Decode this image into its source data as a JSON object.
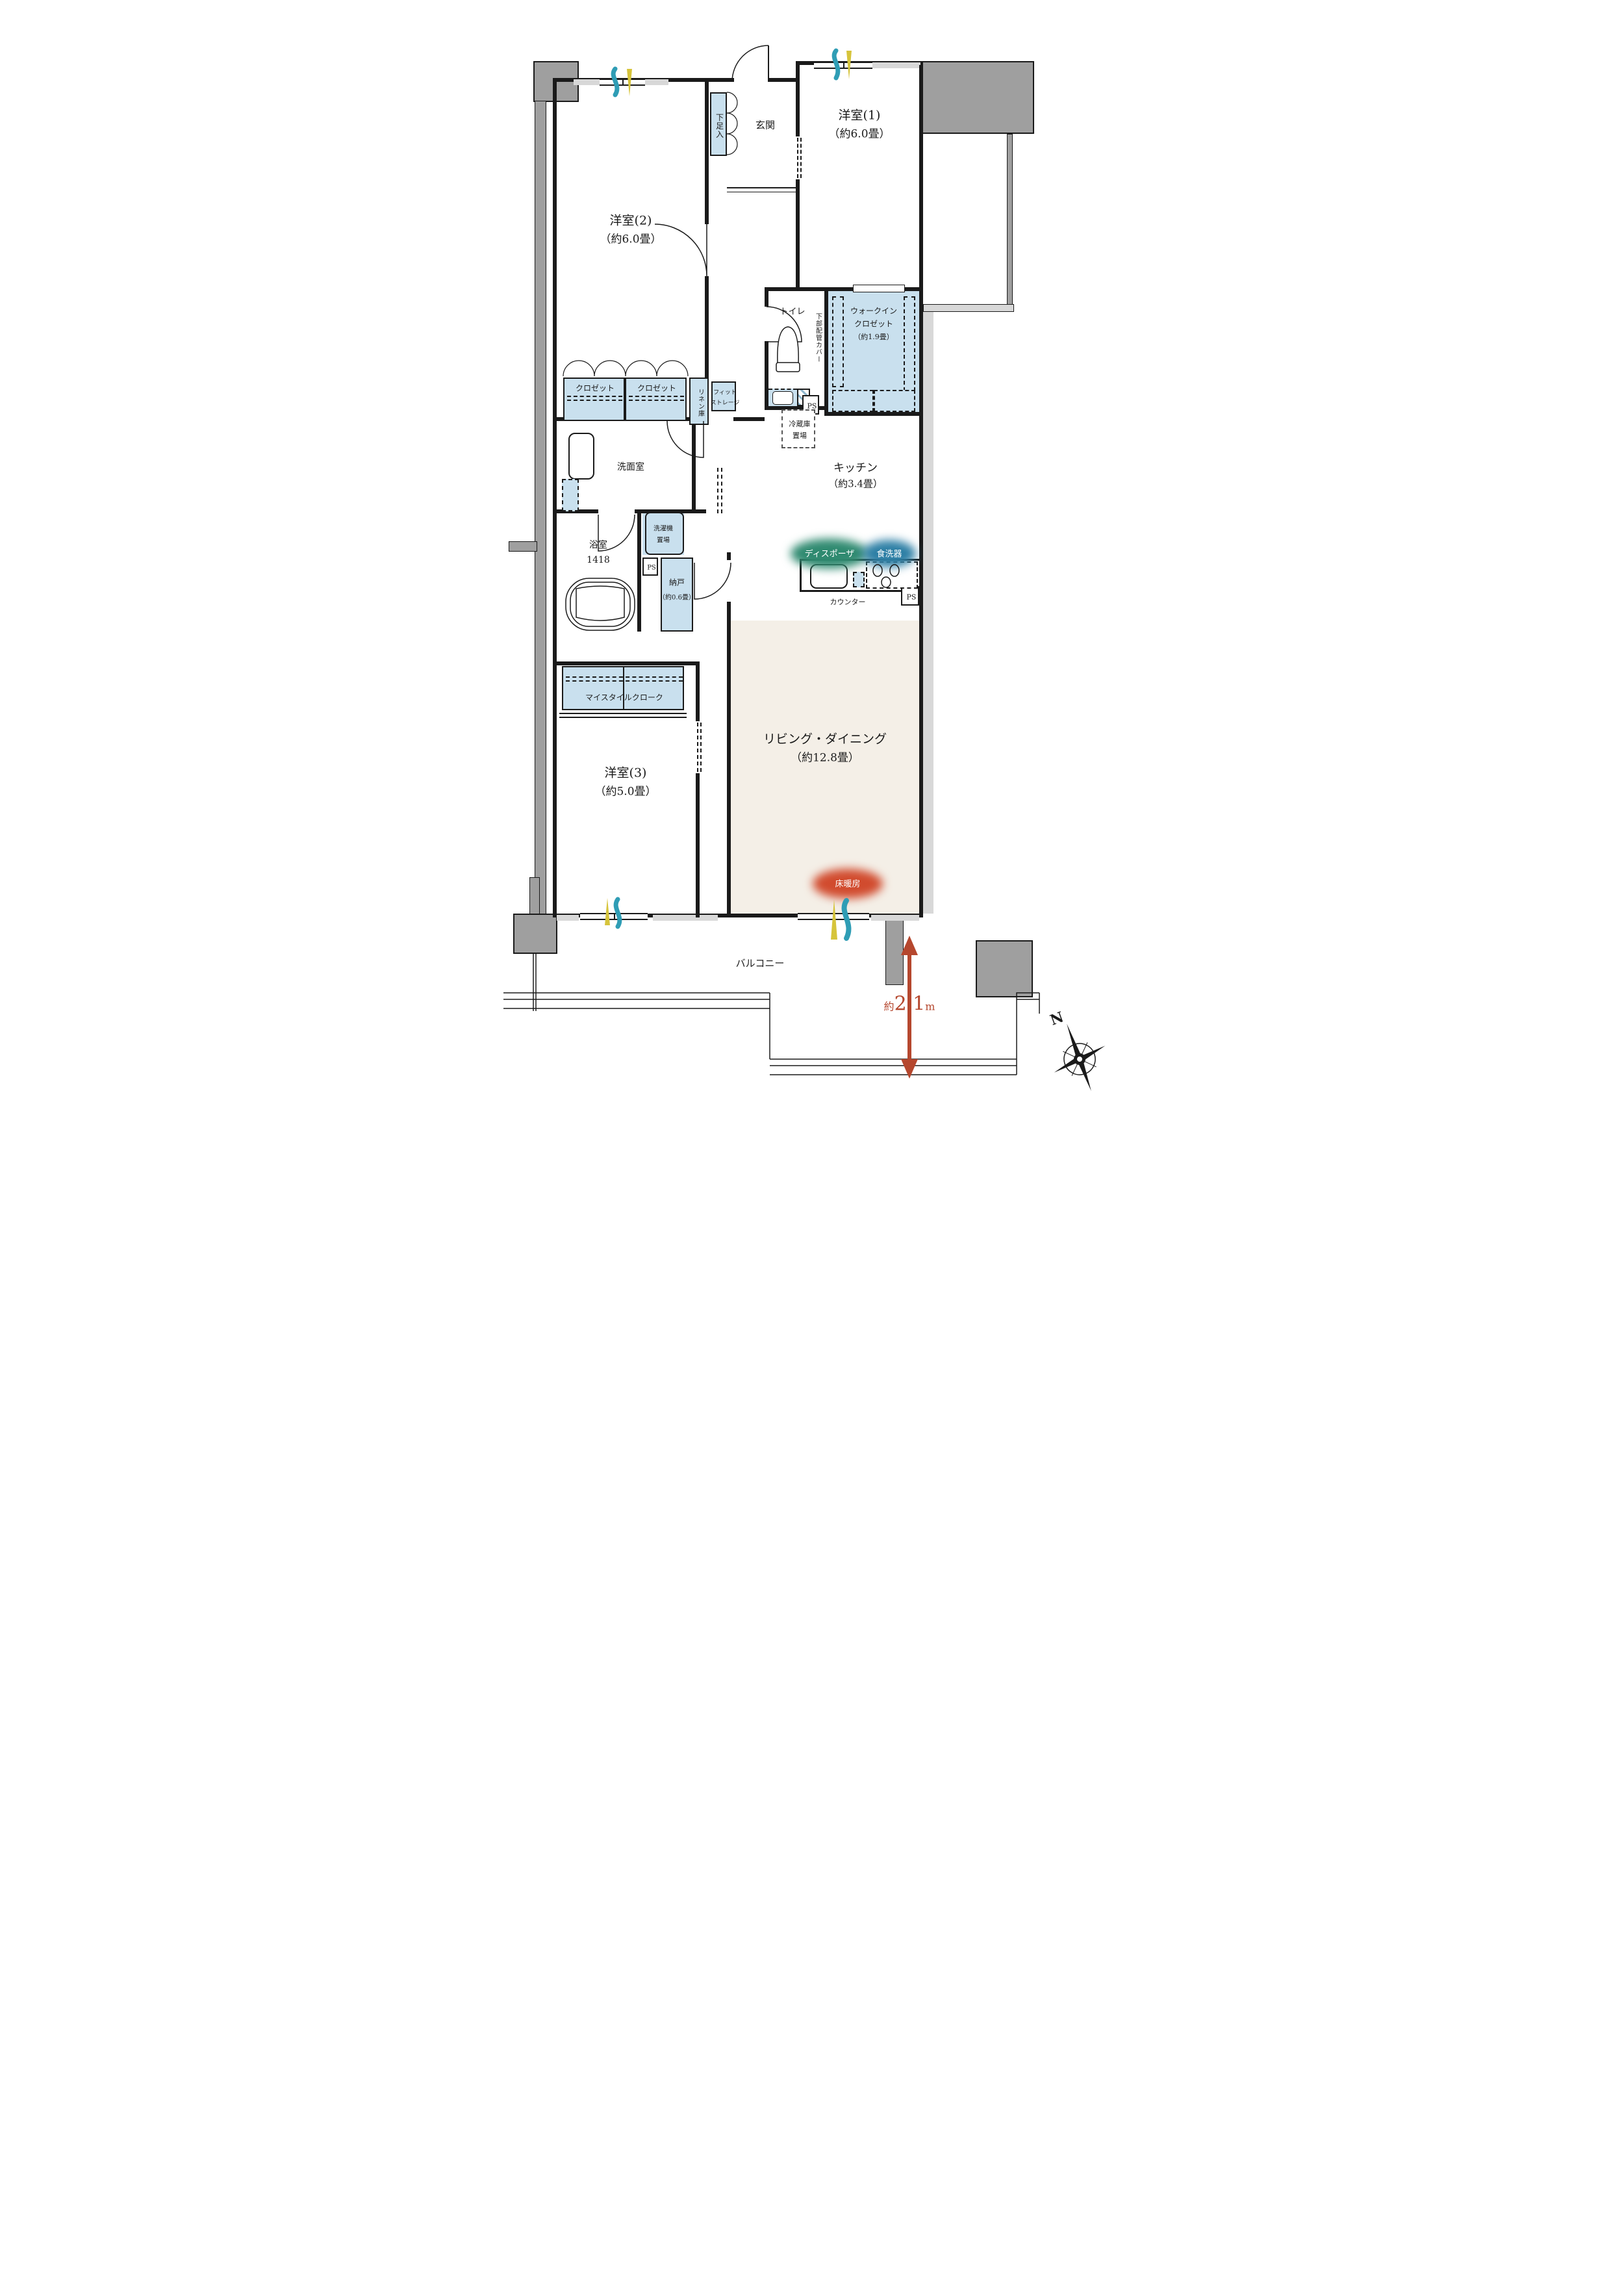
{
  "rooms": {
    "yoshitsu1": {
      "name": "洋室(1)",
      "size": "（約6.0畳）"
    },
    "yoshitsu2": {
      "name": "洋室(2)",
      "size": "（約6.0畳）"
    },
    "yoshitsu3": {
      "name": "洋室(3)",
      "size": "（約5.0畳）"
    },
    "ld": {
      "name": "リビング・ダイニング",
      "size": "（約12.8畳）"
    },
    "kitchen": {
      "name": "キッチン",
      "size": "（約3.4畳）"
    },
    "genkan": {
      "name": "玄関"
    },
    "toilet": {
      "name": "トイレ"
    },
    "senmen": {
      "name": "洗面室"
    },
    "bath": {
      "name": "浴室",
      "size": "1418"
    },
    "nando": {
      "name": "納戸",
      "size": "（約0.6畳）"
    },
    "wic": {
      "line1": "ウォークイン",
      "line2": "クロゼット",
      "line3": "（約1.9畳）"
    },
    "balcony": {
      "name": "バルコニー"
    }
  },
  "storage": {
    "shoe": "下足入",
    "closet": "クロゼット",
    "linen": "リネン庫",
    "fit_line1": "フィット",
    "fit_line2": "ストレージ",
    "mystyle": "マイスタイルクローク",
    "washer_line1": "洗濯機",
    "washer_line2": "置場",
    "fridge_line1": "冷蔵庫",
    "fridge_line2": "置場",
    "pipe_cover": "下部配管カバー",
    "ps": "PS",
    "counter": "カウンター"
  },
  "features": {
    "disposer": {
      "label": "ディスポーザ",
      "color": "#2f8a70"
    },
    "dishwasher": {
      "label": "食洗器",
      "color": "#2d7fa5"
    },
    "floor_heating": {
      "label": "床暖房",
      "color": "#d14b2e"
    }
  },
  "dimension": {
    "prefix": "約",
    "value": "2.1",
    "unit": "m",
    "color": "#b5472e"
  },
  "compass": {
    "north": "N"
  },
  "colors": {
    "fixture_blue": "#c9e0ee",
    "ld_beige": "#f4efe7",
    "pillar_gray": "#9f9f9f",
    "wall_gray": "#d8d8d8",
    "vent_teal": "#2f9db5",
    "vent_yellow": "#d6c43b"
  }
}
